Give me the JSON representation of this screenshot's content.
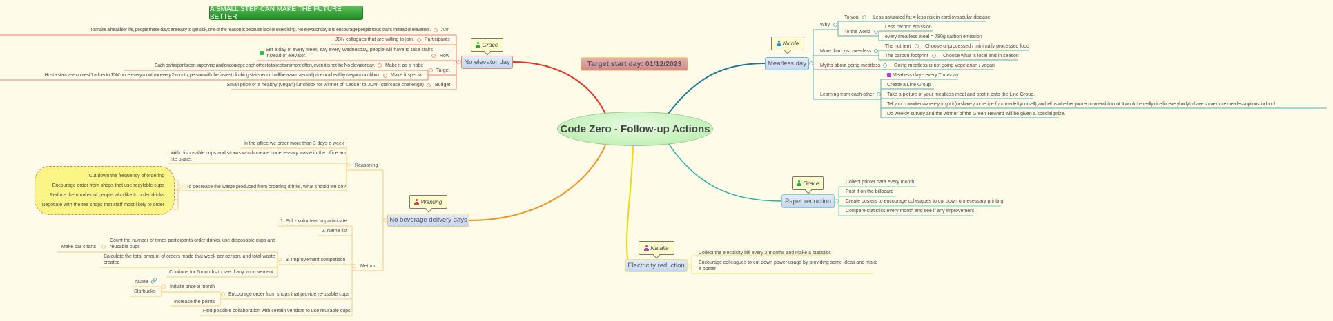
{
  "banner": "A SMALL STEP CAN MAKE THE FUTURE BETTER",
  "target_start": "Target start day: 01/12/2023",
  "central": "Code Zero - Follow-up Actions",
  "colors": {
    "background": "#fefce8",
    "elevator": "#e83020",
    "beverage": "#f39020",
    "electricity": "#f5d800",
    "meatless": "#1a7a9a",
    "paper": "#20b0a0",
    "banner": "#2e9a2e"
  },
  "elevator": {
    "title": "No elevator day",
    "owner": "Grace",
    "aim": {
      "label": "Aim",
      "text": "To make a healthier life, people these days are easy to get sick, one of the reason is because lack of exercising. No elevator day is to encourage people to us stairs instead of elevators."
    },
    "participants": {
      "label": "Participants",
      "text": "JDN collogues that are willing to join."
    },
    "how": {
      "label": "How",
      "text_line1": "Set a day of every week, say every Wednesday, people will have to take stairs",
      "text_line2": "instead of elevator."
    },
    "target": {
      "label": "Target",
      "habit": {
        "label": "Make it as a habit",
        "text": "Each participants can supervise and encourage each other to take stairs more often, even it is not the No elevator day."
      },
      "special": {
        "label": "Make it special",
        "text": "Host a staircase contest 'Ladder to JDN' once every month or every 2-month, person with the fastest climbing stairs record will be award a small price or a healthy (vegan) lunchbox."
      }
    },
    "budget": {
      "label": "Budget",
      "text": "Small price or a healthy (vegan) lunchbox for winner of 'Ladder to JDN' (staircase challenge)"
    }
  },
  "beverage": {
    "title": "No beverage delivery days",
    "owner": "Wanting",
    "reasoning": {
      "label": "Reasoning",
      "office": "In the office we order more than 3 days a week",
      "disposable_line1": "With disposable cups and straws which create unnecessary waste in the office and",
      "disposable_line2": "hte planet",
      "question": "To decrease the waste produced from ordering drinks, what should we do?",
      "answers": [
        "Cut down the frequency of ordering",
        "Encourage order from shops that use recylable cups",
        "Reduce the number of people who like to order drinks",
        "Negotiate with the tea shops that staff most likely to order"
      ]
    },
    "method": {
      "label": "Method",
      "poll": "1. Poll - volunteer to participate",
      "name_list": "2. Name list",
      "competition": {
        "label": "3. Improvement competition",
        "count_line1": "Count the number of times participants order drinks, use disposable cups and",
        "count_line2": "reusable cups",
        "bar_charts": "Make bar charts",
        "calc_line1": "Calculate the total amount of orders made that week per person, and total waste",
        "calc_line2": "created",
        "continue": "Continue for 6 months to see if any improvement"
      },
      "encourage": {
        "label": "Encourage order from shops that provide re-usable cups",
        "initiate": "Initiate once a month",
        "shops": [
          "Nutea",
          "Starbucks"
        ],
        "increase": "Increase the points"
      },
      "collab": "Find possible collaboration with certain vendors to use reusable cups"
    }
  },
  "meatless": {
    "title": "Meatless day",
    "owner": "Nicole",
    "why": {
      "label": "Why",
      "to_you": "To you",
      "to_you_text": "Less saturated fat = less risk in cardiovascular disease",
      "to_world": "To the world",
      "world_items": [
        "Less carbon emission",
        "every meatless meal = 780g carbon emission"
      ]
    },
    "more": {
      "label": "More than just meatless",
      "nutrient": "The nutrient",
      "nutrient_text": "Choose unprocessed / minimally processed food",
      "footprint": "The carbon footprint",
      "footprint_text": "Choose what is local and in season"
    },
    "myths": {
      "label": "Myths about going meatless",
      "text": "Going meatless is not going vegetarian / vegan"
    },
    "learning": {
      "label": "Learning from each other",
      "items": [
        "Meatless day - every Thursday",
        "Create a Line Group",
        "Take a picture of your meatless meal and post it onto the Line Group.",
        "Tell your coworkers where you got it (or share your recipe if you made it yourself), and tell us whether you recommend it or not. It would be really nice for everybody to have some more meatless options for lunch.",
        "Do weekly survey and the winner of the Green Reward will be given a special prize."
      ]
    }
  },
  "paper": {
    "title": "Paper reduction",
    "owner": "Grace",
    "items": [
      "Collect printer data every month",
      "Post if on the billboard",
      "Create posters to encourage colleagues to cut down unnecessary printing",
      "Compare statistics every month and see if any improvement"
    ]
  },
  "electricity": {
    "title": "Electricity reduction",
    "owner": "Natalia",
    "collect": "Collect the electricity bill every 2 months and make a statistics",
    "encourage_line1": "Encourage colleagues to cut down power usage by providing some ideas and make",
    "encourage_line2": "a poster"
  }
}
